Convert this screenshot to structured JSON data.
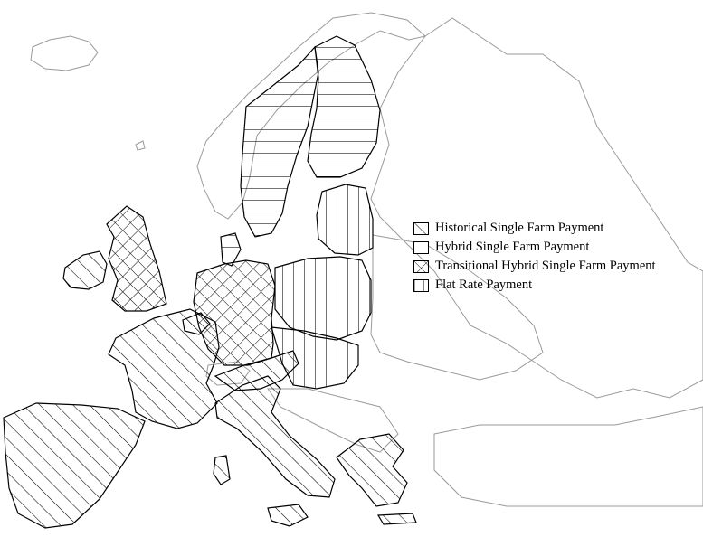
{
  "legend": {
    "items": [
      {
        "label": "Historical Single Farm Payment",
        "pattern": "diagonal-hatch"
      },
      {
        "label": "Hybrid Single Farm Payment",
        "pattern": "horizontal-lines"
      },
      {
        "label": "Transitional Hybrid Single Farm Payment",
        "pattern": "cross-hatch"
      },
      {
        "label": "Flat Rate Payment",
        "pattern": "vertical-lines"
      }
    ]
  },
  "colors": {
    "outline_non_eu": "#9a9a9a",
    "outline_eu": "#000000",
    "background": "#ffffff"
  }
}
